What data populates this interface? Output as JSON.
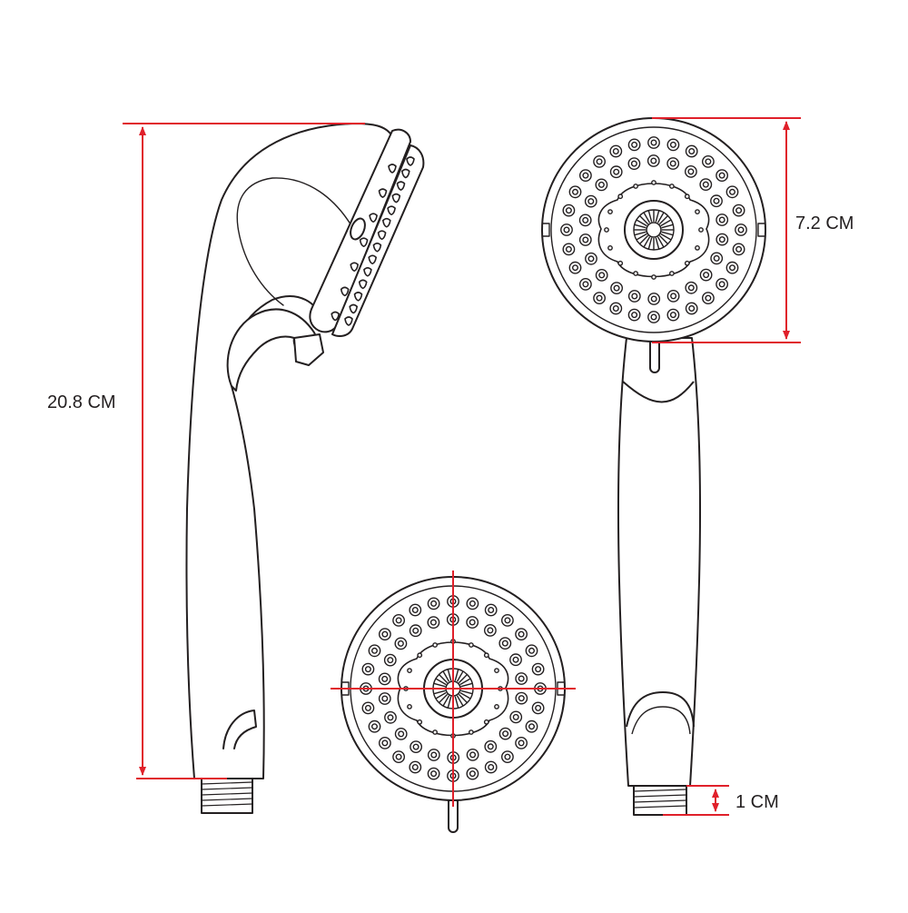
{
  "colors": {
    "outline": "#231f20",
    "dimension": "#e0202a",
    "background": "#ffffff"
  },
  "dimensions": {
    "total_length": "20.8 CM",
    "head_diameter": "7.2 CM",
    "thread_length": "1 CM"
  }
}
